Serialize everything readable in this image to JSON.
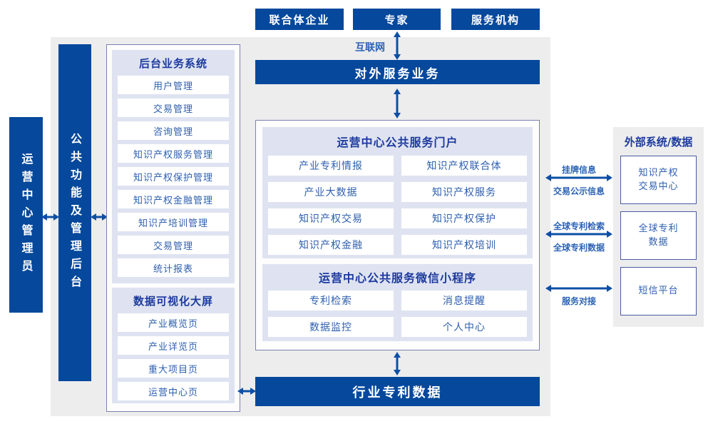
{
  "colors": {
    "primary": "#05489c",
    "arrow": "#0d4fa5",
    "panel": "#dfe3f1",
    "gray": "#ededee",
    "title": "#1c3a9e",
    "itemtext": "#2d5fae",
    "border": "#7b81b0",
    "boxborder": "#4a5aa0"
  },
  "top_actors": [
    {
      "label": "联合体企业"
    },
    {
      "label": "专家"
    },
    {
      "label": "服务机构"
    }
  ],
  "internet_label": "互联网",
  "external_service_bar": "对外服务业务",
  "left": {
    "admin_role": "运营中心管理员",
    "backend_bar": "公共功能及管理后台",
    "backend_system": {
      "title": "后台业务系统",
      "items": [
        "用户管理",
        "交易管理",
        "咨询管理",
        "知识产权服务管理",
        "知识产权保护管理",
        "知识产权金融管理",
        "知识产培训管理",
        "交易管理",
        "统计报表"
      ]
    },
    "data_viz": {
      "title": "数据可视化大屏",
      "items": [
        "产业概览页",
        "产业详览页",
        "重大项目页",
        "运营中心页"
      ]
    }
  },
  "center": {
    "portal": {
      "title": "运营中心公共服务门户",
      "items": [
        "产业专利情报",
        "知识产权联合体",
        "产业大数据",
        "知识产权服务",
        "知识产权交易",
        "知识产权保护",
        "知识产权金融",
        "知识产权培训"
      ]
    },
    "miniprogram": {
      "title": "运营中心公共服务微信小程序",
      "items": [
        "专利检索",
        "消息提醒",
        "数据监控",
        "个人中心"
      ]
    }
  },
  "industry_patent_bar": "行业专利数据",
  "right": {
    "title": "外部系统/数据",
    "systems": [
      {
        "lines": [
          "知识产权",
          "交易中心"
        ]
      },
      {
        "lines": [
          "全球专利",
          "数据"
        ]
      },
      {
        "lines": [
          "短信平台"
        ]
      }
    ],
    "links": [
      {
        "above": "挂牌信息",
        "below": "交易公示信息"
      },
      {
        "above": "全球专利检索",
        "below": "全球专利数据"
      },
      {
        "above": "",
        "below": "服务对接"
      }
    ]
  }
}
